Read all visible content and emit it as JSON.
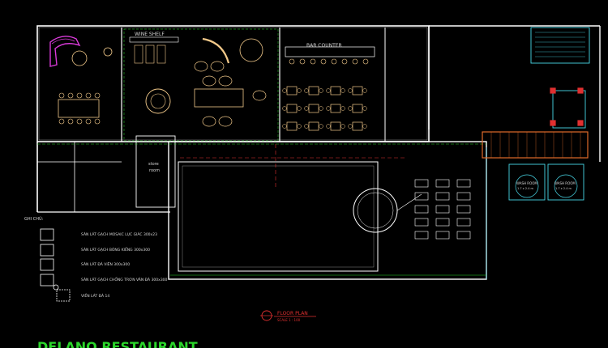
{
  "drawing": {
    "project_title": "DELANO RESTAURANT",
    "plan_title": "FLOOR PLAN",
    "plan_scale": "SCALE 1 : 100"
  },
  "rooms": {
    "wine_shelf": "WINE SHELF",
    "bar_counter": "BAR COUNTER",
    "store": "store",
    "store_sub": "room",
    "washroom_left": "WASH ROOM",
    "washroom_right": "WASH ROOM",
    "washroom_left_sub": "1.7 x 2.4 m",
    "washroom_right_sub": "1.7 x 2.4 m"
  },
  "legend": {
    "heading": "GHI CHÚ:",
    "items": [
      "SÀN LÁT GẠCH MOSAIC LỤC GIÁC 300x23",
      "SÀN LÁT GẠCH BÓNG KIẾNG 300x300",
      "SÀN LÁT ĐÁ VIÊN 300x300",
      "SÀN LÁT GẠCH CHỐNG TRƠN VÂN ĐÁ 300x300",
      "VIỀN LÁT ĐÁ 14"
    ]
  },
  "colors": {
    "wall": "#ffffff",
    "furniture": "#f2c98a",
    "sofa": "#d83ad8",
    "cyan": "#48d8e8",
    "green": "#2bd62b",
    "red": "#e03030",
    "yellow": "#e8e84a",
    "orange": "#e06a2a"
  }
}
